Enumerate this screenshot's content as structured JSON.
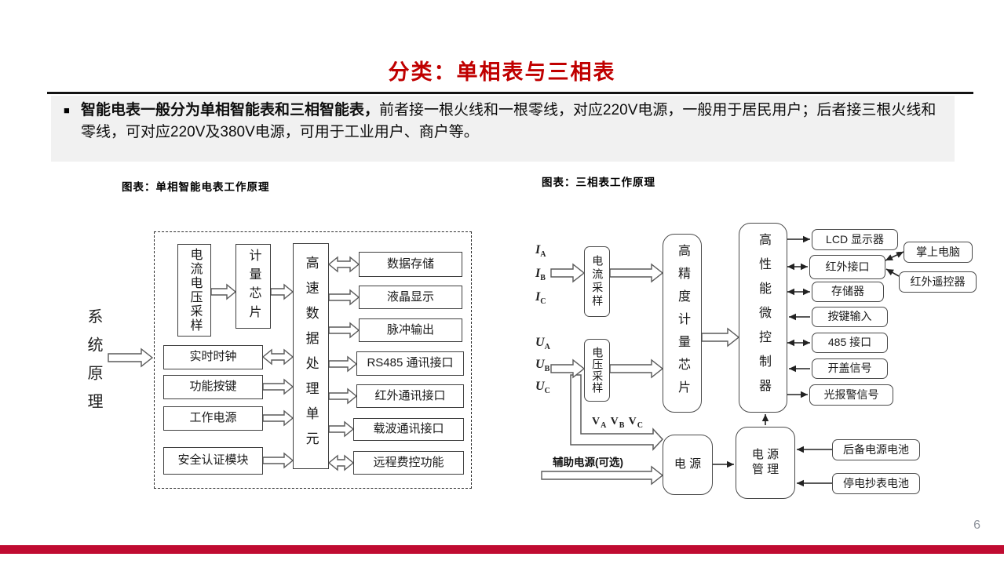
{
  "slide": {
    "title": "分类：单相表与三相表",
    "page_number": "6",
    "bullet_marker": "■",
    "bullet_bold": "智能电表一般分为单相智能表和三相智能表，",
    "bullet_rest": "前者接一根火线和一根零线，对应220V电源，一般用于居民用户；后者接三根火线和零线，可对应220V及380V电源，可用于工业用户、商户等。"
  },
  "colors": {
    "title_red": "#c00000",
    "footer_bar_red": "#c00b31",
    "summary_panel_gray": "#f1f1f1"
  },
  "single_phase": {
    "caption": "图表：单相智能电表工作原理",
    "system_label": "系统原理",
    "sampling": "电流电压采样",
    "metering_chip": "计量芯片",
    "processing_unit": "高速数据处理单元",
    "left_modules": [
      "实时时钟",
      "功能按键",
      "工作电源",
      "安全认证模块"
    ],
    "right_modules": [
      "数据存储",
      "液晶显示",
      "脉冲输出",
      "RS485 通讯接口",
      "红外通讯接口",
      "载波通讯接口",
      "远程费控功能"
    ]
  },
  "three_phase": {
    "caption": "图表：三相表工作原理",
    "current_inputs": [
      {
        "sym": "I",
        "sub": "A"
      },
      {
        "sym": "I",
        "sub": "B"
      },
      {
        "sym": "I",
        "sub": "C"
      }
    ],
    "voltage_inputs": [
      {
        "sym": "U",
        "sub": "A"
      },
      {
        "sym": "U",
        "sub": "B"
      },
      {
        "sym": "U",
        "sub": "C"
      }
    ],
    "current_sampling": "电流采样",
    "voltage_sampling": "电压采样",
    "metering_chip": "高精度计量芯片",
    "mcu": "高性能微控制器",
    "peripherals": [
      "LCD 显示器",
      "红外接口",
      "存储器",
      "按键输入",
      "485 接口",
      "开盖信号",
      "光报警信号"
    ],
    "ir_devices": [
      "掌上电脑",
      "红外遥控器"
    ],
    "v_label": [
      {
        "sym": "V",
        "sub": "A"
      },
      {
        "sym": "V",
        "sub": "B"
      },
      {
        "sym": "V",
        "sub": "C"
      }
    ],
    "aux_label": "辅助电源(可选)",
    "power": "电 源",
    "power_mgmt_line1": "电 源",
    "power_mgmt_line2": "管 理",
    "batteries": [
      "后备电源电池",
      "停电抄表电池"
    ]
  }
}
